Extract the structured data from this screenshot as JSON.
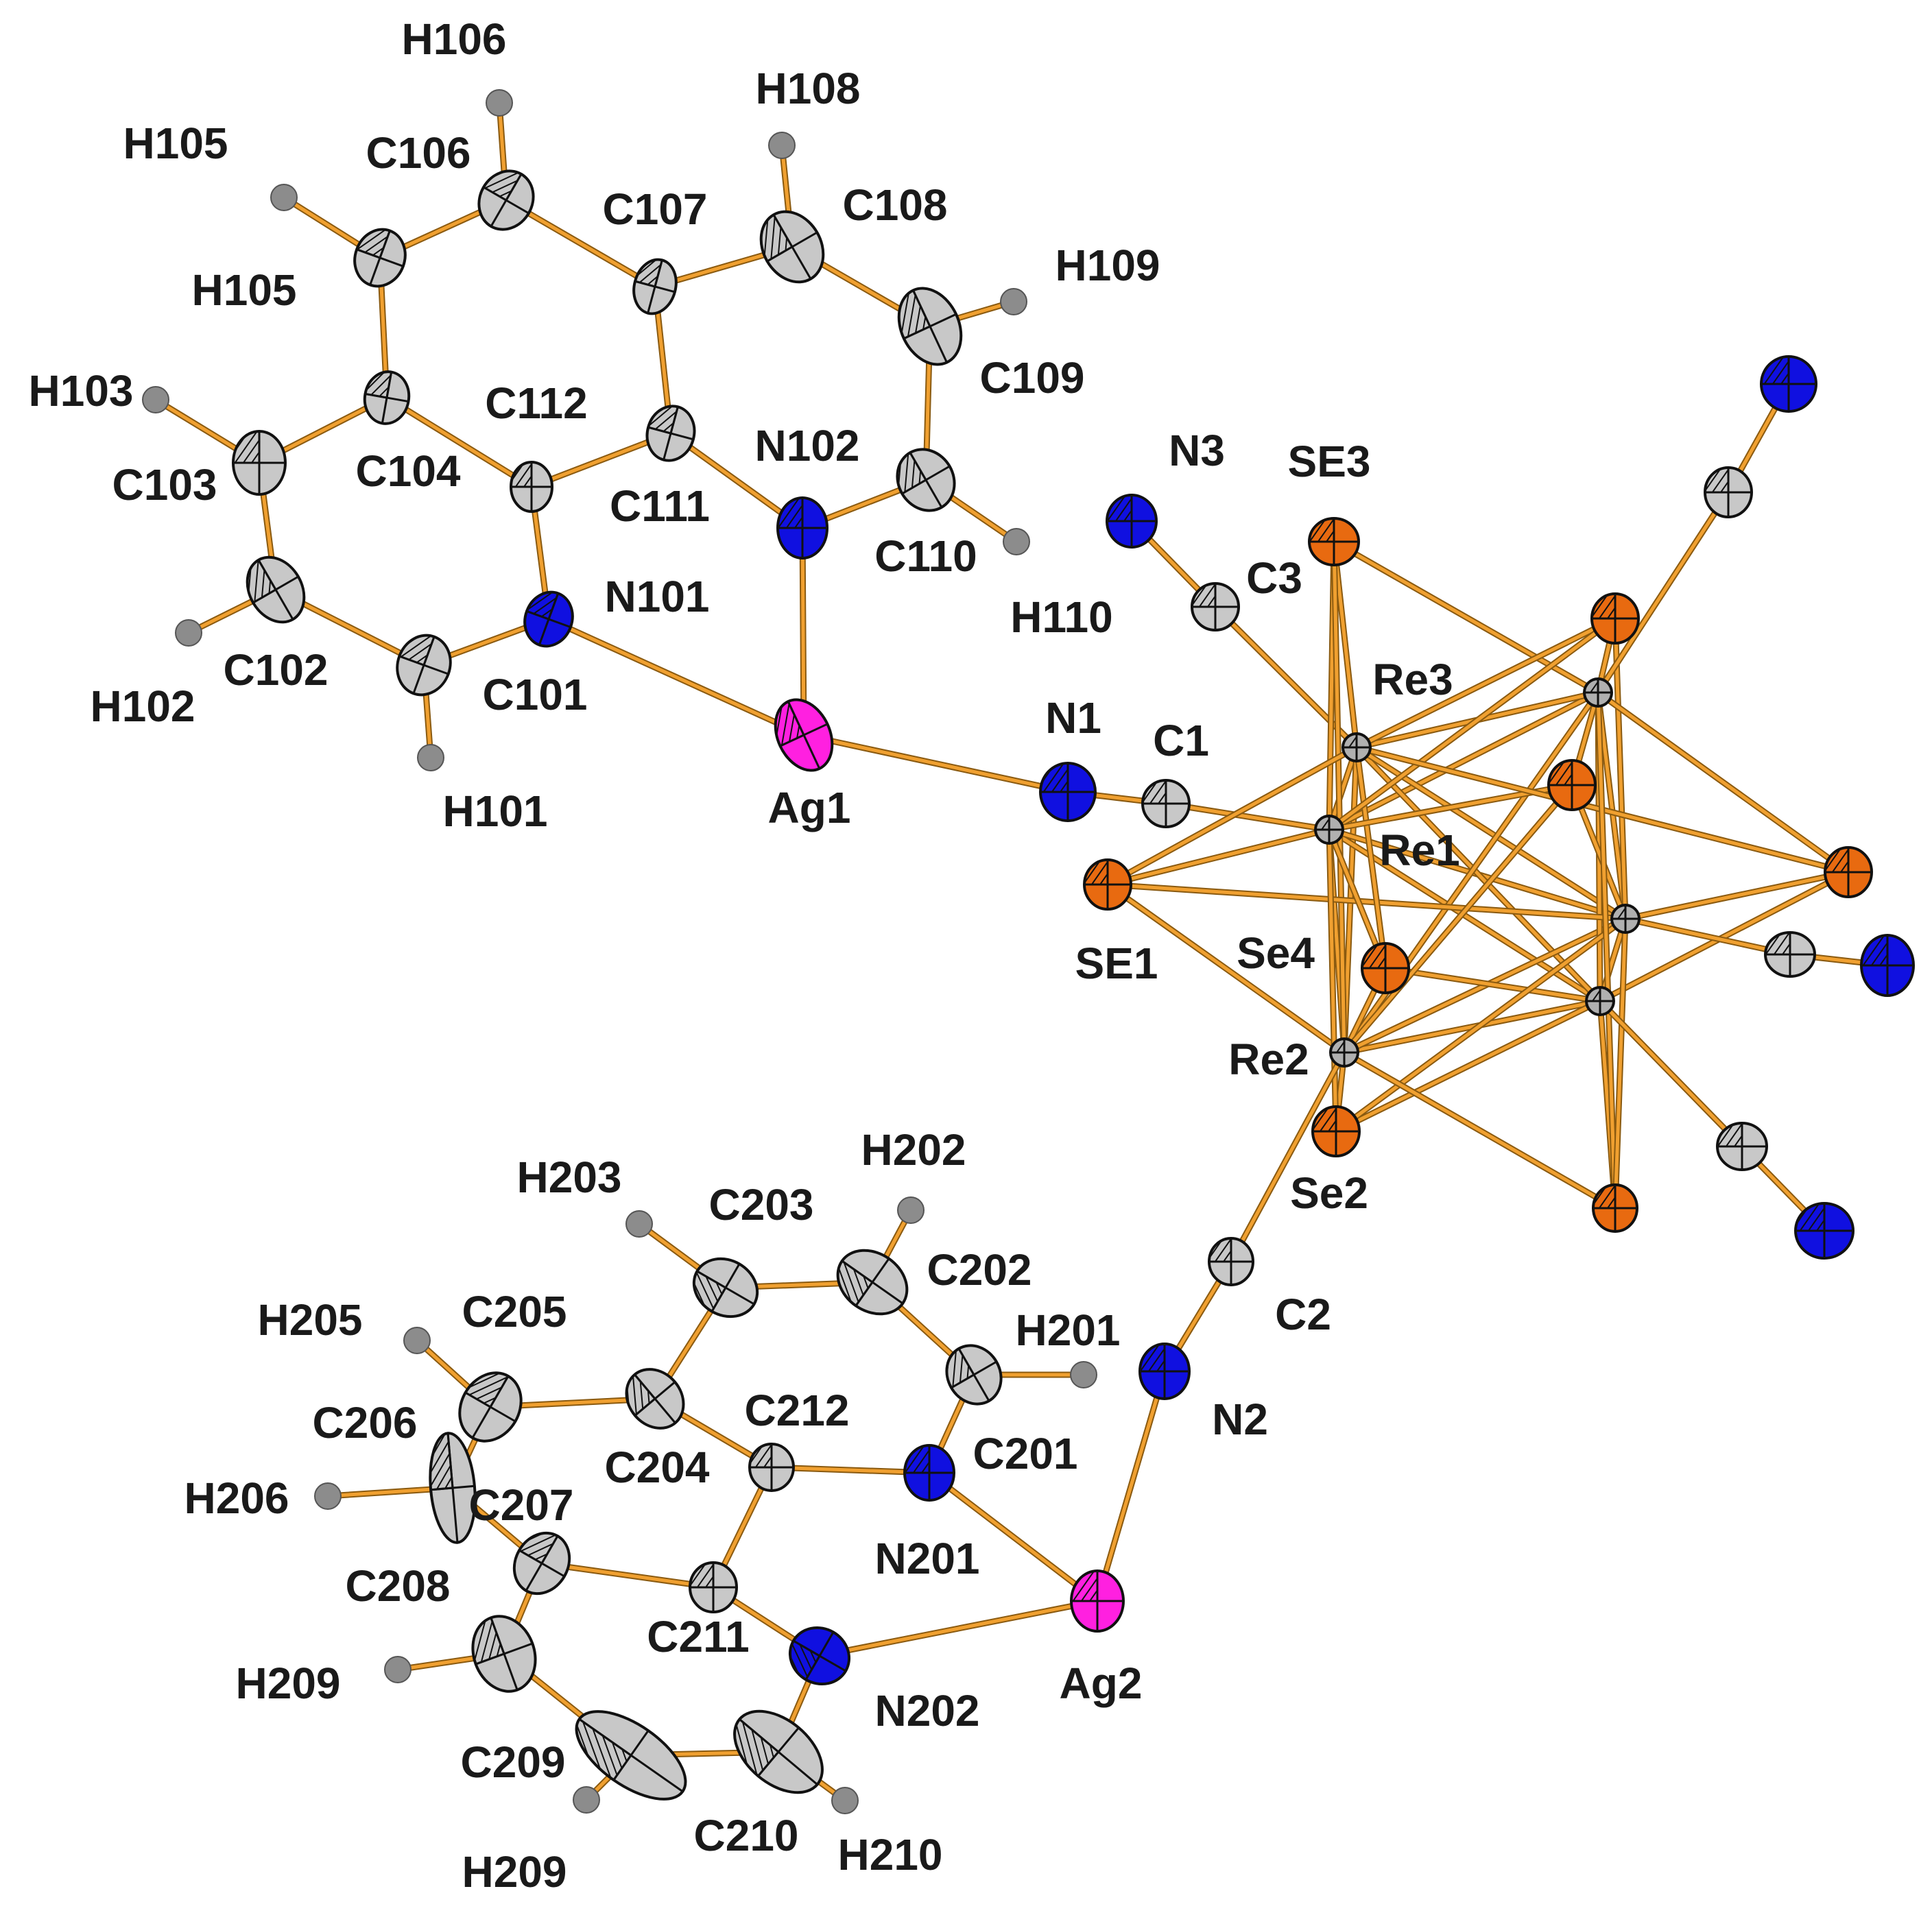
{
  "colors": {
    "background": "#ffffff",
    "bond": "#f0a030",
    "bond_edge": "#8a5a10",
    "carbon": "#c8c8c8",
    "hydrogen": "#8c8c8c",
    "nitrogen": "#1010e0",
    "selenium": "#e86a10",
    "silver": "#ff20e0",
    "rhenium": "#b0b0b0",
    "label": "#1a1a1a"
  },
  "atoms": [
    {
      "id": "H106",
      "label": "H106",
      "el": "H"
    },
    {
      "id": "H108",
      "label": "H108",
      "el": "H"
    },
    {
      "id": "H105a",
      "label": "H105",
      "el": "H"
    },
    {
      "id": "C106",
      "label": "C106",
      "el": "C"
    },
    {
      "id": "C107",
      "label": "C107",
      "el": "C"
    },
    {
      "id": "C108",
      "label": "C108",
      "el": "C"
    },
    {
      "id": "H109",
      "label": "H109",
      "el": "H"
    },
    {
      "id": "H105b",
      "label": "H105",
      "el": "H"
    },
    {
      "id": "C105",
      "label": "",
      "el": "C"
    },
    {
      "id": "H103",
      "label": "H103",
      "el": "H"
    },
    {
      "id": "C112",
      "label": "C112",
      "el": "C"
    },
    {
      "id": "C109",
      "label": "C109",
      "el": "C"
    },
    {
      "id": "C104",
      "label": "C104",
      "el": "C"
    },
    {
      "id": "C103",
      "label": "C103",
      "el": "C"
    },
    {
      "id": "N102",
      "label": "N102",
      "el": "N"
    },
    {
      "id": "C111",
      "label": "C111",
      "el": "C"
    },
    {
      "id": "C110",
      "label": "C110",
      "el": "C"
    },
    {
      "id": "N101",
      "label": "N101",
      "el": "N"
    },
    {
      "id": "H110",
      "label": "H110",
      "el": "H"
    },
    {
      "id": "C102",
      "label": "C102",
      "el": "C"
    },
    {
      "id": "C101",
      "label": "C101",
      "el": "C"
    },
    {
      "id": "H102",
      "label": "H102",
      "el": "H"
    },
    {
      "id": "H101",
      "label": "H101",
      "el": "H"
    },
    {
      "id": "Ag1",
      "label": "Ag1",
      "el": "Ag"
    },
    {
      "id": "N1",
      "label": "N1",
      "el": "N"
    },
    {
      "id": "C1",
      "label": "C1",
      "el": "C"
    },
    {
      "id": "N3",
      "label": "N3",
      "el": "N"
    },
    {
      "id": "SE3",
      "label": "SE3",
      "el": "Se"
    },
    {
      "id": "C3",
      "label": "C3",
      "el": "C"
    },
    {
      "id": "Re3",
      "label": "Re3",
      "el": "Re"
    },
    {
      "id": "Re1",
      "label": "Re1",
      "el": "Re"
    },
    {
      "id": "SE1",
      "label": "SE1",
      "el": "Se"
    },
    {
      "id": "Se4",
      "label": "Se4",
      "el": "Se"
    },
    {
      "id": "Re2",
      "label": "Re2",
      "el": "Re"
    },
    {
      "id": "Se2",
      "label": "Se2",
      "el": "Se"
    },
    {
      "id": "ReA",
      "label": "",
      "el": "Re"
    },
    {
      "id": "ReB",
      "label": "",
      "el": "Re"
    },
    {
      "id": "ReC",
      "label": "",
      "el": "Re"
    },
    {
      "id": "SeA",
      "label": "",
      "el": "Se"
    },
    {
      "id": "SeB",
      "label": "",
      "el": "Se"
    },
    {
      "id": "SeC",
      "label": "",
      "el": "Se"
    },
    {
      "id": "SeD",
      "label": "",
      "el": "Se"
    },
    {
      "id": "CA",
      "label": "",
      "el": "C"
    },
    {
      "id": "NA",
      "label": "",
      "el": "N"
    },
    {
      "id": "CB",
      "label": "",
      "el": "C"
    },
    {
      "id": "NB",
      "label": "",
      "el": "N"
    },
    {
      "id": "CC",
      "label": "",
      "el": "C"
    },
    {
      "id": "NC",
      "label": "",
      "el": "N"
    },
    {
      "id": "C2",
      "label": "C2",
      "el": "C"
    },
    {
      "id": "N2",
      "label": "N2",
      "el": "N"
    },
    {
      "id": "Ag2",
      "label": "Ag2",
      "el": "Ag"
    },
    {
      "id": "H203",
      "label": "H203",
      "el": "H"
    },
    {
      "id": "H202",
      "label": "H202",
      "el": "H"
    },
    {
      "id": "C203",
      "label": "C203",
      "el": "C"
    },
    {
      "id": "C202",
      "label": "C202",
      "el": "C"
    },
    {
      "id": "H205",
      "label": "H205",
      "el": "H"
    },
    {
      "id": "C205",
      "label": "C205",
      "el": "C"
    },
    {
      "id": "H201",
      "label": "H201",
      "el": "H"
    },
    {
      "id": "C201",
      "label": "C201",
      "el": "C"
    },
    {
      "id": "C212",
      "label": "C212",
      "el": "C"
    },
    {
      "id": "C206",
      "label": "C206",
      "el": "C"
    },
    {
      "id": "C204",
      "label": "C204",
      "el": "C"
    },
    {
      "id": "N201",
      "label": "N201",
      "el": "N"
    },
    {
      "id": "H206",
      "label": "H206",
      "el": "H"
    },
    {
      "id": "C207",
      "label": "C207",
      "el": "C"
    },
    {
      "id": "C208",
      "label": "C208",
      "el": "C"
    },
    {
      "id": "C211",
      "label": "C211",
      "el": "C"
    },
    {
      "id": "N202",
      "label": "N202",
      "el": "N"
    },
    {
      "id": "H209a",
      "label": "H209",
      "el": "H"
    },
    {
      "id": "C209",
      "label": "C209",
      "el": "C"
    },
    {
      "id": "C210",
      "label": "C210",
      "el": "C"
    },
    {
      "id": "H210",
      "label": "H210",
      "el": "H"
    },
    {
      "id": "H209b",
      "label": "H209",
      "el": "H"
    }
  ],
  "bonds": [
    [
      "H106",
      "C106"
    ],
    [
      "C106",
      "C107"
    ],
    [
      "C106",
      "C105"
    ],
    [
      "H105a",
      "C105"
    ],
    [
      "C105",
      "C104"
    ],
    [
      "C104",
      "C103"
    ],
    [
      "C103",
      "H103"
    ],
    [
      "C103",
      "C102"
    ],
    [
      "C102",
      "H102"
    ],
    [
      "C102",
      "C101"
    ],
    [
      "C101",
      "H101"
    ],
    [
      "C101",
      "N101"
    ],
    [
      "N101",
      "C112"
    ],
    [
      "C112",
      "C104"
    ],
    [
      "C112",
      "C111"
    ],
    [
      "C111",
      "C107"
    ],
    [
      "C107",
      "C108"
    ],
    [
      "C108",
      "H108"
    ],
    [
      "C108",
      "C109"
    ],
    [
      "C109",
      "H109"
    ],
    [
      "C109",
      "C110"
    ],
    [
      "C110",
      "H110"
    ],
    [
      "C110",
      "N102"
    ],
    [
      "N102",
      "C111"
    ],
    [
      "N102",
      "Ag1"
    ],
    [
      "N101",
      "Ag1"
    ],
    [
      "Ag1",
      "N1"
    ],
    [
      "N1",
      "C1"
    ],
    [
      "C1",
      "Re1"
    ],
    [
      "N3",
      "C3"
    ],
    [
      "C3",
      "Re3"
    ],
    [
      "Re1",
      "Re3"
    ],
    [
      "Re1",
      "Re2"
    ],
    [
      "Re2",
      "Re3"
    ],
    [
      "Re1",
      "ReA"
    ],
    [
      "Re1",
      "ReB"
    ],
    [
      "Re1",
      "ReC"
    ],
    [
      "Re3",
      "ReA"
    ],
    [
      "Re3",
      "ReB"
    ],
    [
      "Re2",
      "ReB"
    ],
    [
      "Re2",
      "ReC"
    ],
    [
      "Re3",
      "ReC"
    ],
    [
      "Re2",
      "ReA"
    ],
    [
      "ReA",
      "ReB"
    ],
    [
      "ReB",
      "ReC"
    ],
    [
      "ReA",
      "ReC"
    ],
    [
      "SE3",
      "Re3"
    ],
    [
      "SE3",
      "Re1"
    ],
    [
      "SE3",
      "ReA"
    ],
    [
      "SE3",
      "Re2"
    ],
    [
      "SE1",
      "Re1"
    ],
    [
      "SE1",
      "Re2"
    ],
    [
      "SE1",
      "ReC"
    ],
    [
      "SE1",
      "Re3"
    ],
    [
      "Se4",
      "Re1"
    ],
    [
      "Se4",
      "Re2"
    ],
    [
      "Se4",
      "ReB"
    ],
    [
      "Se4",
      "Re3"
    ],
    [
      "Se2",
      "Re2"
    ],
    [
      "Se2",
      "ReB"
    ],
    [
      "Se2",
      "ReC"
    ],
    [
      "Se2",
      "Re1"
    ],
    [
      "SeA",
      "Re3"
    ],
    [
      "SeA",
      "ReA"
    ],
    [
      "SeA",
      "ReC"
    ],
    [
      "SeA",
      "Re1"
    ],
    [
      "SeB",
      "Re1"
    ],
    [
      "SeB",
      "ReA"
    ],
    [
      "SeB",
      "ReC"
    ],
    [
      "SeB",
      "Re2"
    ],
    [
      "SeC",
      "ReA"
    ],
    [
      "SeC",
      "ReB"
    ],
    [
      "SeC",
      "ReC"
    ],
    [
      "SeC",
      "Re3"
    ],
    [
      "SeD",
      "Re2"
    ],
    [
      "SeD",
      "ReB"
    ],
    [
      "SeD",
      "ReA"
    ],
    [
      "SeD",
      "ReC"
    ],
    [
      "ReA",
      "CA"
    ],
    [
      "CA",
      "NA"
    ],
    [
      "ReC",
      "CB"
    ],
    [
      "CB",
      "NB"
    ],
    [
      "ReB",
      "CC"
    ],
    [
      "CC",
      "NC"
    ],
    [
      "Re2",
      "C2"
    ],
    [
      "C2",
      "N2"
    ],
    [
      "N2",
      "Ag2"
    ],
    [
      "Ag2",
      "N201"
    ],
    [
      "Ag2",
      "N202"
    ],
    [
      "N201",
      "C201"
    ],
    [
      "N201",
      "C212"
    ],
    [
      "C201",
      "H201"
    ],
    [
      "C201",
      "C202"
    ],
    [
      "C202",
      "H202"
    ],
    [
      "C202",
      "C203"
    ],
    [
      "C203",
      "H203"
    ],
    [
      "C203",
      "C204"
    ],
    [
      "C204",
      "C212"
    ],
    [
      "C204",
      "C205"
    ],
    [
      "C205",
      "H205"
    ],
    [
      "C205",
      "C206"
    ],
    [
      "C206",
      "H206"
    ],
    [
      "C206",
      "C207"
    ],
    [
      "C207",
      "C211"
    ],
    [
      "C207",
      "C208"
    ],
    [
      "C208",
      "H209a"
    ],
    [
      "C208",
      "C209"
    ],
    [
      "C209",
      "H209b"
    ],
    [
      "C209",
      "C210"
    ],
    [
      "C210",
      "H210"
    ],
    [
      "C210",
      "N202"
    ],
    [
      "N202",
      "C211"
    ],
    [
      "C211",
      "C212"
    ]
  ]
}
